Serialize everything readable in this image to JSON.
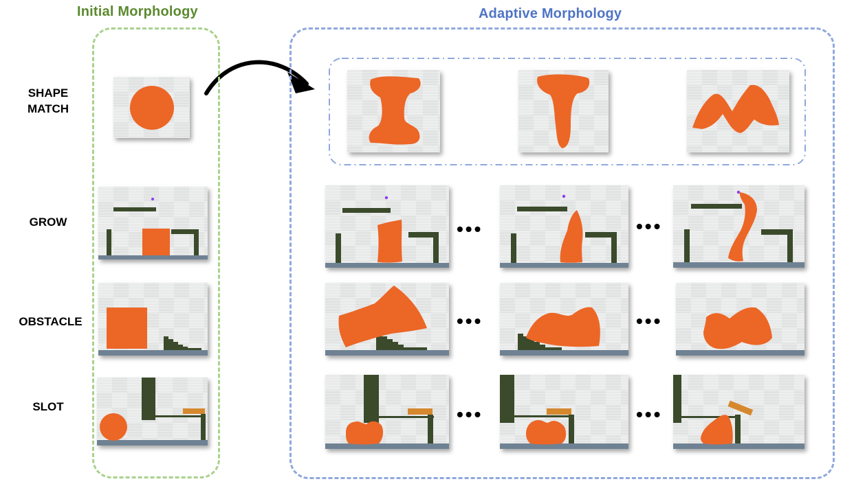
{
  "titles": {
    "initial": "Initial Morphology",
    "adaptive": "Adaptive Morphology"
  },
  "row_labels": {
    "shape_match": "SHAPE\nMATCH",
    "grow": "GROW",
    "obstacle": "OBSTACLE",
    "slot": "SLOT"
  },
  "ellipsis": "•••",
  "colors": {
    "initial_accent": "#5b8a2f",
    "initial_border": "#a9d18e",
    "adaptive_accent": "#4e74c5",
    "adaptive_border": "#8fa8dc",
    "morph": "#ec6626",
    "obstacle": "#3a4a2b",
    "ground": "#6f8293",
    "slot_bar": "#d6882e",
    "target_dot": "#8a3cf0"
  }
}
